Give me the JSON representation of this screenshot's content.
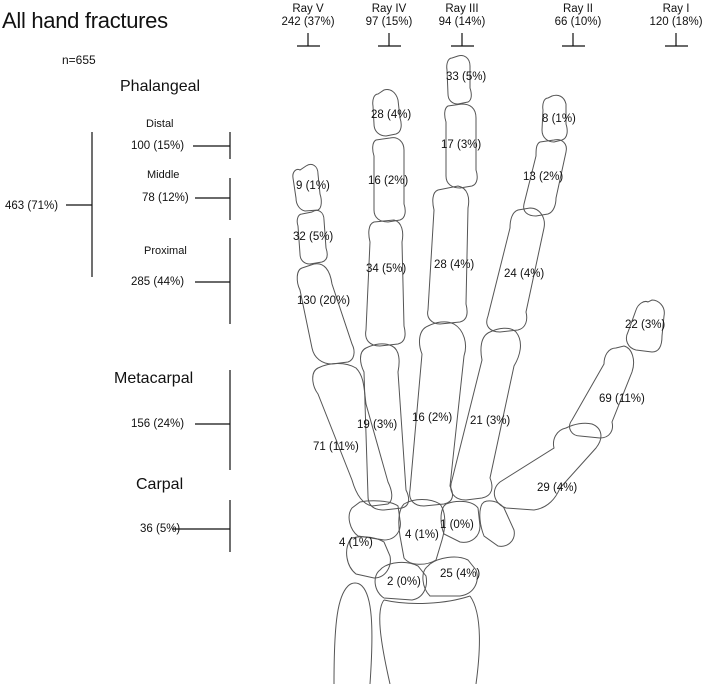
{
  "title": "All hand fractures",
  "total": "n=655",
  "rays": [
    {
      "name": "Ray V",
      "count": "242 (37%)"
    },
    {
      "name": "Ray IV",
      "count": "97 (15%)"
    },
    {
      "name": "Ray III",
      "count": "94 (14%)"
    },
    {
      "name": "Ray II",
      "count": "66 (10%)"
    },
    {
      "name": "Ray I",
      "count": "120 (18%)"
    }
  ],
  "sections": {
    "phalangeal": {
      "label": "Phalangeal",
      "total": "463 (71%)"
    },
    "distal": {
      "label": "Distal",
      "count": "100 (15%)"
    },
    "middle": {
      "label": "Middle",
      "count": "78 (12%)"
    },
    "proximal": {
      "label": "Proximal",
      "count": "285 (44%)"
    },
    "metacarpal": {
      "label": "Metacarpal",
      "count": "156 (24%)"
    },
    "carpal": {
      "label": "Carpal",
      "count": "36 (5%)"
    }
  },
  "bones": {
    "ray5_distal": "9 (1%)",
    "ray5_middle": "32 (5%)",
    "ray5_proximal": "130 (20%)",
    "ray5_metacarpal": "71 (11%)",
    "ray4_distal": "28 (4%)",
    "ray4_middle": "16 (2%)",
    "ray4_proximal": "34 (5%)",
    "ray4_metacarpal": "19 (3%)",
    "ray3_distal": "33 (5%)",
    "ray3_middle": "17 (3%)",
    "ray3_proximal": "28 (4%)",
    "ray3_metacarpal": "16 (2%)",
    "ray2_distal": "8 (1%)",
    "ray2_middle": "13 (2%)",
    "ray2_proximal": "24 (4%)",
    "ray2_metacarpal": "21 (3%)",
    "ray1_distal": "22 (3%)",
    "ray1_proximal": "69 (11%)",
    "ray1_metacarpal": "29 (4%)",
    "carpal_a": "1 (0%)",
    "carpal_b": "4 (1%)",
    "carpal_c": "4 (1%)",
    "carpal_d": "2 (0%)",
    "carpal_e": "25 (4%)"
  }
}
